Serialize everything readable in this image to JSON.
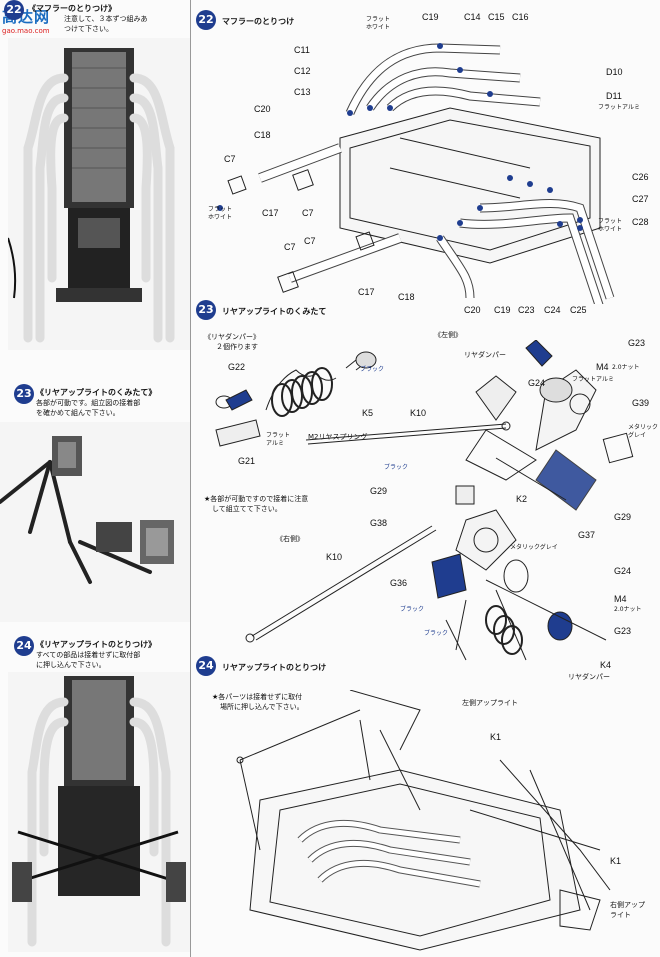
{
  "watermark": {
    "main": "高达网",
    "url": "gao.mao.com"
  },
  "colors": {
    "accent": "#1f3d8f",
    "paper": "#fbfbfb",
    "photo_bg": "#2a2a2a"
  },
  "left": {
    "step22": {
      "num": "22",
      "title": "《マフラーのとりつけ》",
      "line1": "注意して、３本ずつ組みあ",
      "line2": "つけて下さい。"
    },
    "step23": {
      "num": "23",
      "title": "《リヤアップライトのくみたて》",
      "line1": "各部が可動です。組立図の接着部",
      "line2": "を確かめて組んで下さい。"
    },
    "step24": {
      "num": "24",
      "title": "《リヤアップライトのとりつけ》",
      "line1": "すべての部品は接着せずに取付部",
      "line2": "に押し込んで下さい。"
    }
  },
  "right": {
    "step22": {
      "num": "22",
      "title": "マフラーのとりつけ",
      "labels": [
        "C19",
        "C14",
        "C15",
        "C16",
        "C11",
        "C12",
        "C13",
        "C20",
        "C18",
        "D10",
        "D11",
        "C7",
        "C17",
        "C7",
        "C26",
        "C27",
        "C28",
        "C7",
        "C7",
        "C17",
        "C18",
        "C20",
        "C19",
        "C23",
        "C24",
        "C25"
      ],
      "notes": {
        "flat_white_1": "フラット\nホワイト",
        "flat_alu": "フラットアルミ",
        "flat_white_2": "フラット\nホワイト",
        "flat_white_3": "フラット\nホワイト"
      }
    },
    "step23": {
      "num": "23",
      "title": "リヤアップライトのくみたて",
      "rear_damper": "《リヤダンパー》",
      "make_two": "２個作ります",
      "left_side": "《左側》",
      "right_side": "《右側》",
      "rear_damper_label": "リヤダンパー",
      "warning_1": "★各部が可動ですので接着に注意",
      "warning_2": "して組立てて下さい。",
      "spring": "M2リヤスプリング",
      "labels": [
        "G22",
        "K5",
        "K10",
        "G21",
        "G23",
        "M4",
        "2.0ナット",
        "G24",
        "G39",
        "G29",
        "K2",
        "G38",
        "G37",
        "G29",
        "K10",
        "G36",
        "G24",
        "M4",
        "2.0ナット",
        "G23",
        "K4",
        "リヤダンパー"
      ],
      "notes": {
        "black_1": "ブラック",
        "flat_alu_1": "フラット\nアルミ",
        "black_2": "ブラック",
        "flat_alu_2": "フラットアルミ",
        "met_grey_1": "メタリック\nグレイ",
        "met_grey_2": "メタリックグレイ",
        "black_3": "ブラック",
        "black_4": "ブラック"
      }
    },
    "step24": {
      "num": "24",
      "title": "リヤアップライトのとりつけ",
      "warning_1": "★各パーツは接着せずに取付",
      "warning_2": "場所に押し込んで下さい。",
      "left_upright": "左側アップライト",
      "right_upright": "右側アップ\nライト",
      "labels": [
        "K1",
        "K1"
      ]
    }
  }
}
